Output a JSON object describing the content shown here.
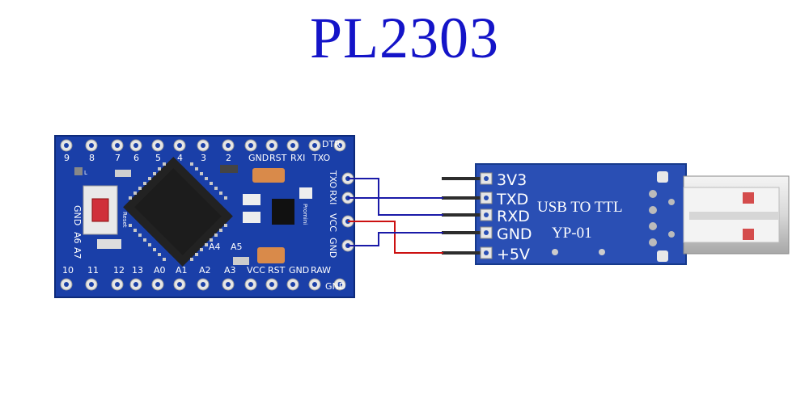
{
  "title": "PL2303",
  "pro_mini": {
    "top_pins": [
      "9",
      "8",
      "7",
      "6",
      "5",
      "4",
      "3",
      "2",
      "GND",
      "RST",
      "RXI",
      "TXO"
    ],
    "corner_label": "DTR",
    "right_pins": [
      "TXO",
      "RXI",
      "VCC",
      "GND"
    ],
    "bottom_pins": [
      "10",
      "11",
      "12",
      "13",
      "A0",
      "A1",
      "A2",
      "A3",
      "VCC",
      "RST",
      "GND",
      "RAW"
    ],
    "bottom_corner_label": "GND",
    "mid_labels": [
      "A4",
      "A5"
    ],
    "left_labels": [
      "GND",
      "A6",
      "A7"
    ],
    "reset_label": "Reset",
    "chip_text": "Promini",
    "led_label": "L"
  },
  "usb_ttl": {
    "pins": [
      "3V3",
      "TXD",
      "RXD",
      "GND",
      "+5V"
    ],
    "label_line1": "USB TO TTL",
    "label_line2": "YP-01"
  },
  "colors": {
    "title": "#1414c8",
    "board_blue": "#1a3fa8",
    "module_blue": "#2a4fb4",
    "wire_blue": "#1a1aa8",
    "wire_red": "#cc1111"
  }
}
